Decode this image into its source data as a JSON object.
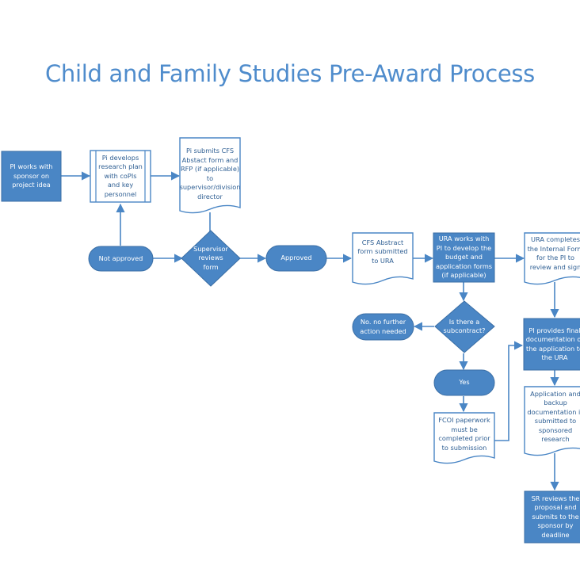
{
  "title": "Child and Family Studies Pre-Award Process",
  "nodes": {
    "pi_works": "PI works with sponsor on project idea",
    "pi_develops": "Pi develops research plan with coPIs and key personnel",
    "pi_submits": "Pi submits CFS Abstact form and RFP (if applicable) to supervisor/division director",
    "supervisor_reviews": "Supervisor reviews form",
    "not_approved": "Not approved",
    "approved": "Approved",
    "cfs_abstract": "CFS Abstract form submitted to URA",
    "ura_works": "URA works with PI to develop the budget and application forms (if applicable)",
    "ura_completes": "URA completes the Internal Form for the PI to review and sign",
    "subcontract_q": "Is there a subcontract?",
    "no_action": "No. no further action needed",
    "yes": "Yes",
    "fcoi": "FCOI paperwork must be completed prior to submission",
    "pi_final": "PI provides final documentation of the application to the URA",
    "app_backup": "Application and backup documentation is submitted to sponsored research",
    "sr_reviews": "SR reviews the proposal and submits to the sponsor by deadline"
  },
  "colors": {
    "fill": "#4a86c5",
    "stroke": "#3a6ea5",
    "title": "#4f8ccc",
    "doc_text": "#2f5f93"
  }
}
